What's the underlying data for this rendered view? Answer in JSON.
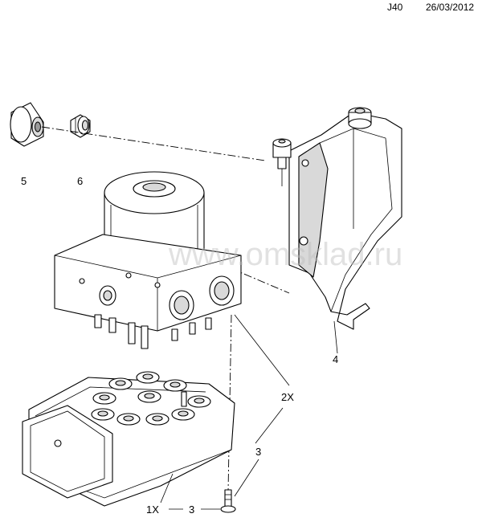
{
  "header": {
    "code": "J40",
    "date": "26/03/2012"
  },
  "watermark": "www.omsklad.ru",
  "callouts": {
    "c5": "5",
    "c6": "6",
    "c4": "4",
    "c2x": "2X",
    "c3a": "3",
    "c1x": "1X",
    "c3b": "3"
  },
  "colors": {
    "line": "#000000",
    "shade": "#d9d9d9",
    "background": "#ffffff"
  }
}
